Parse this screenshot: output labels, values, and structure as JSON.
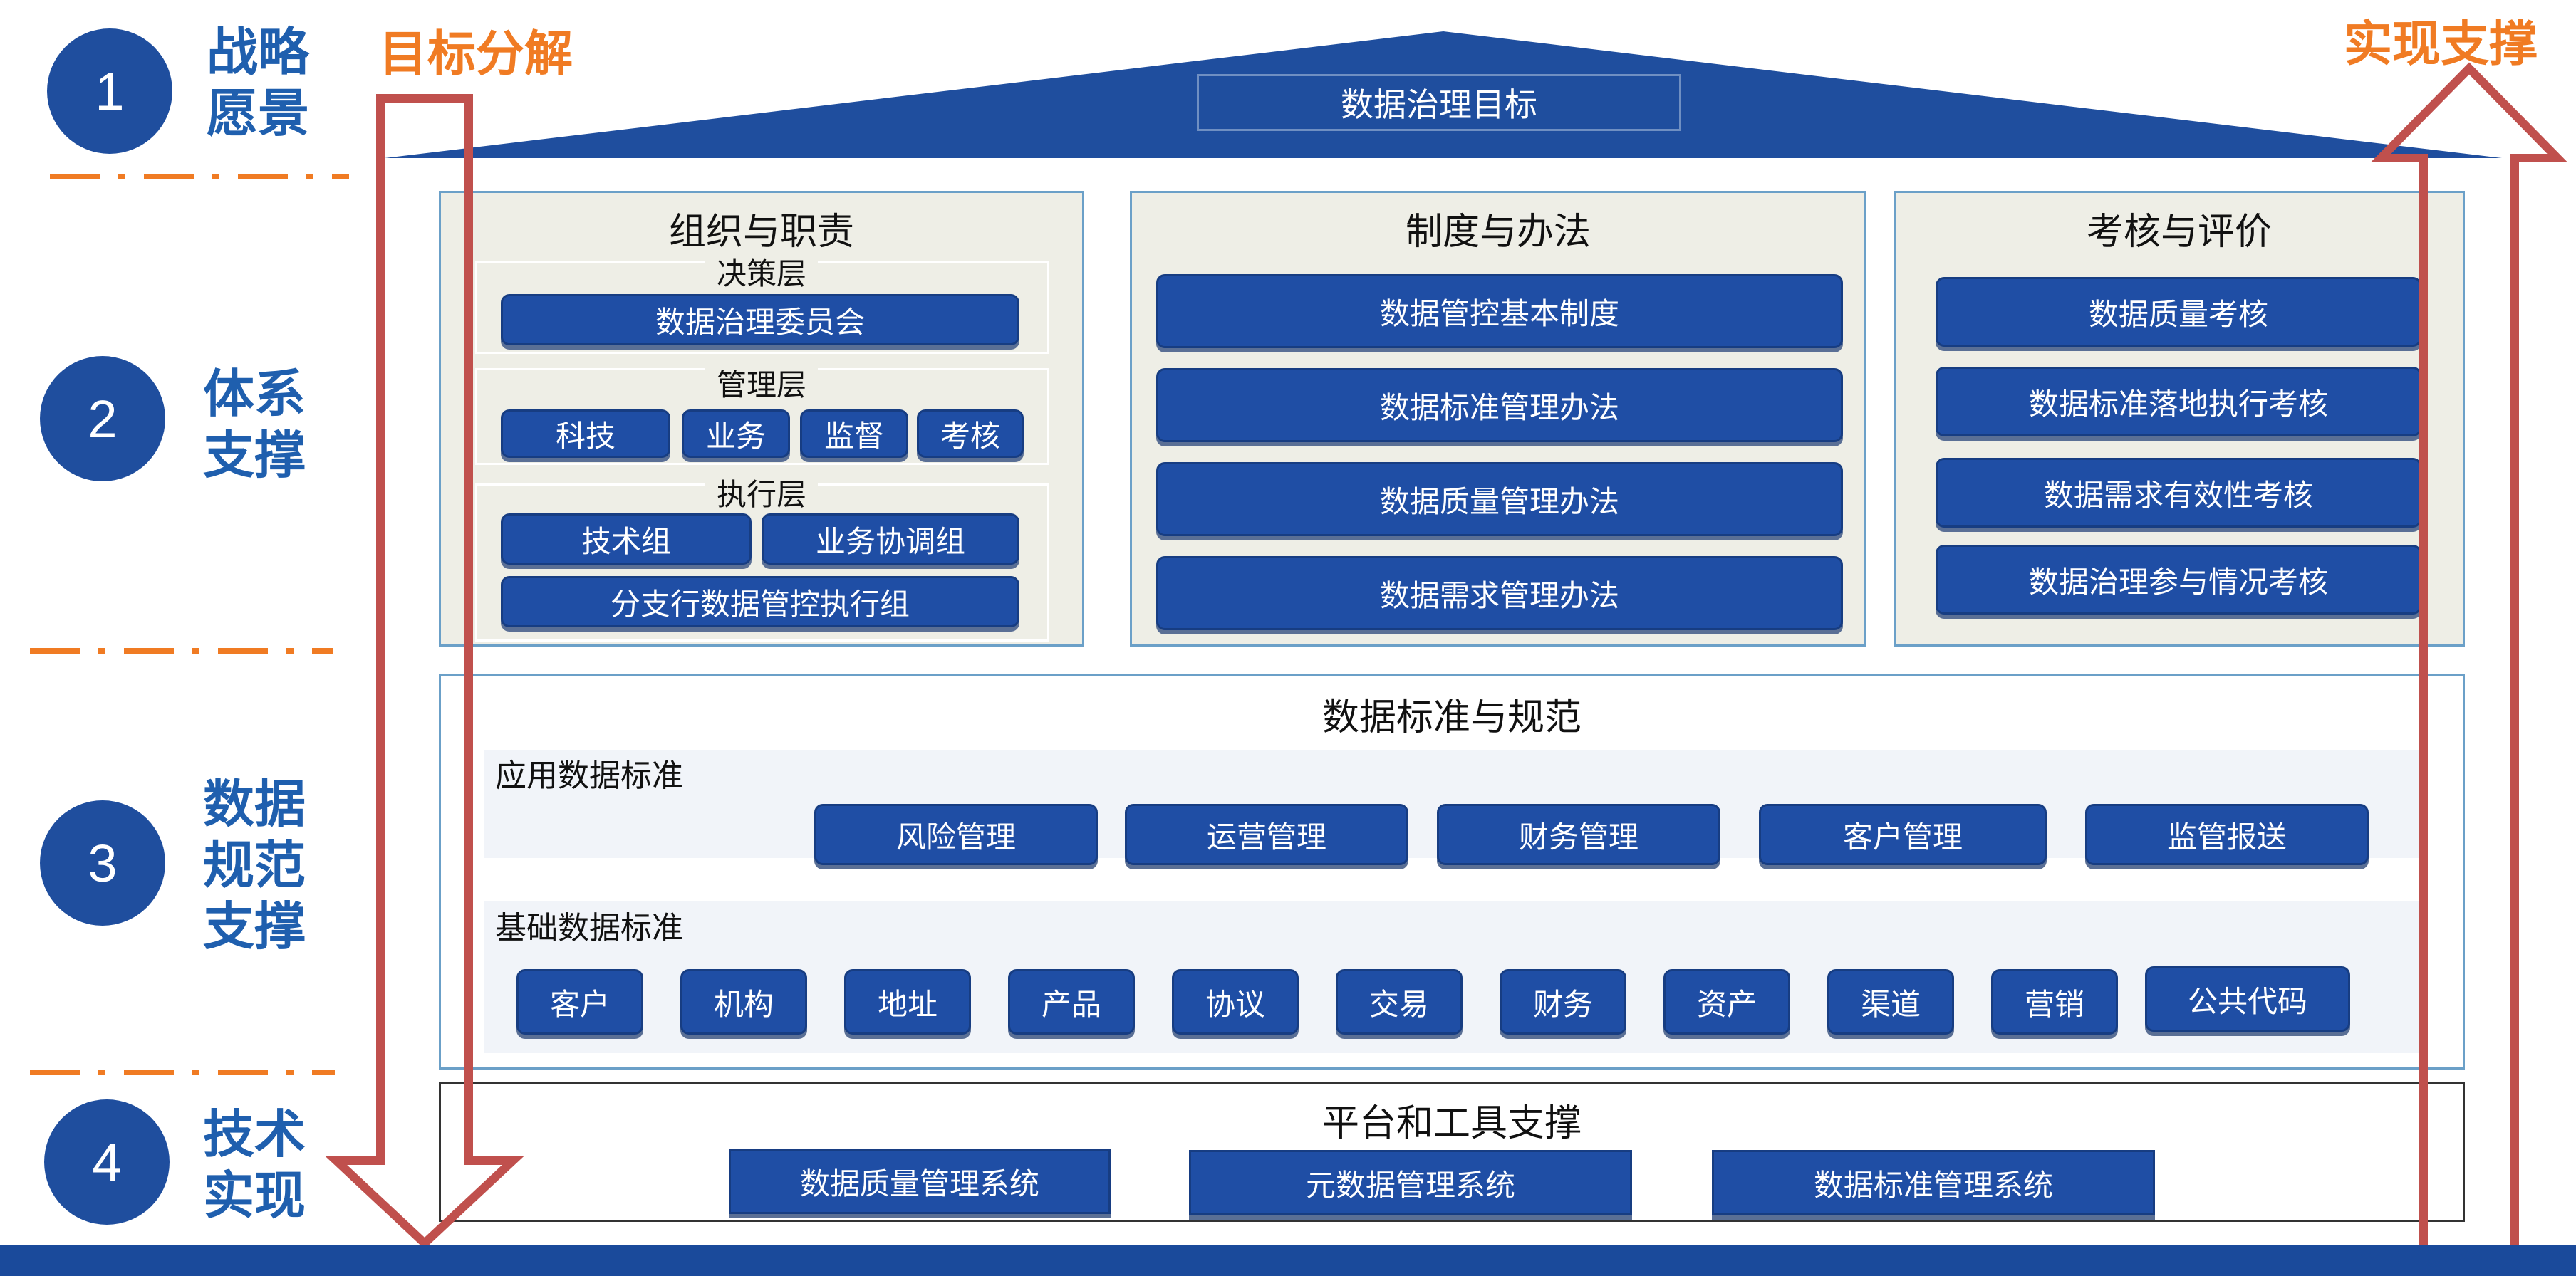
{
  "stages": [
    {
      "number": "1",
      "label": "战略愿景"
    },
    {
      "number": "2",
      "label": "体系支撑"
    },
    {
      "number": "3",
      "label": "数据规范支撑"
    },
    {
      "number": "4",
      "label": "技术实现"
    }
  ],
  "arrows": {
    "down_label": "目标分解",
    "up_label": "实现支撑"
  },
  "roof": {
    "title": "数据治理目标"
  },
  "org": {
    "title": "组织与职责",
    "decision": {
      "label": "决策层",
      "items": [
        "数据治理委员会"
      ]
    },
    "management": {
      "label": "管理层",
      "items": [
        "科技",
        "业务",
        "监督",
        "考核"
      ]
    },
    "execution": {
      "label": "执行层",
      "items": [
        "技术组",
        "业务协调组",
        "分支行数据管控执行组"
      ]
    }
  },
  "policy": {
    "title": "制度与办法",
    "items": [
      "数据管控基本制度",
      "数据标准管理办法",
      "数据质量管理办法",
      "数据需求管理办法"
    ]
  },
  "assessment": {
    "title": "考核与评价",
    "items": [
      "数据质量考核",
      "数据标准落地执行考核",
      "数据需求有效性考核",
      "数据治理参与情况考核"
    ]
  },
  "standards": {
    "title": "数据标准与规范",
    "application": {
      "label": "应用数据标准",
      "items": [
        "风险管理",
        "运营管理",
        "财务管理",
        "客户管理",
        "监管报送"
      ]
    },
    "basic": {
      "label": "基础数据标准",
      "items": [
        "客户",
        "机构",
        "地址",
        "产品",
        "协议",
        "交易",
        "财务",
        "资产",
        "渠道",
        "营销",
        "公共代码"
      ]
    }
  },
  "platform": {
    "title": "平台和工具支撑",
    "items": [
      "数据质量管理系统",
      "元数据管理系统",
      "数据标准管理系统"
    ]
  },
  "colors": {
    "primary": "#1f4ea5",
    "accent": "#f07b23",
    "arrow": "#c0504d"
  }
}
